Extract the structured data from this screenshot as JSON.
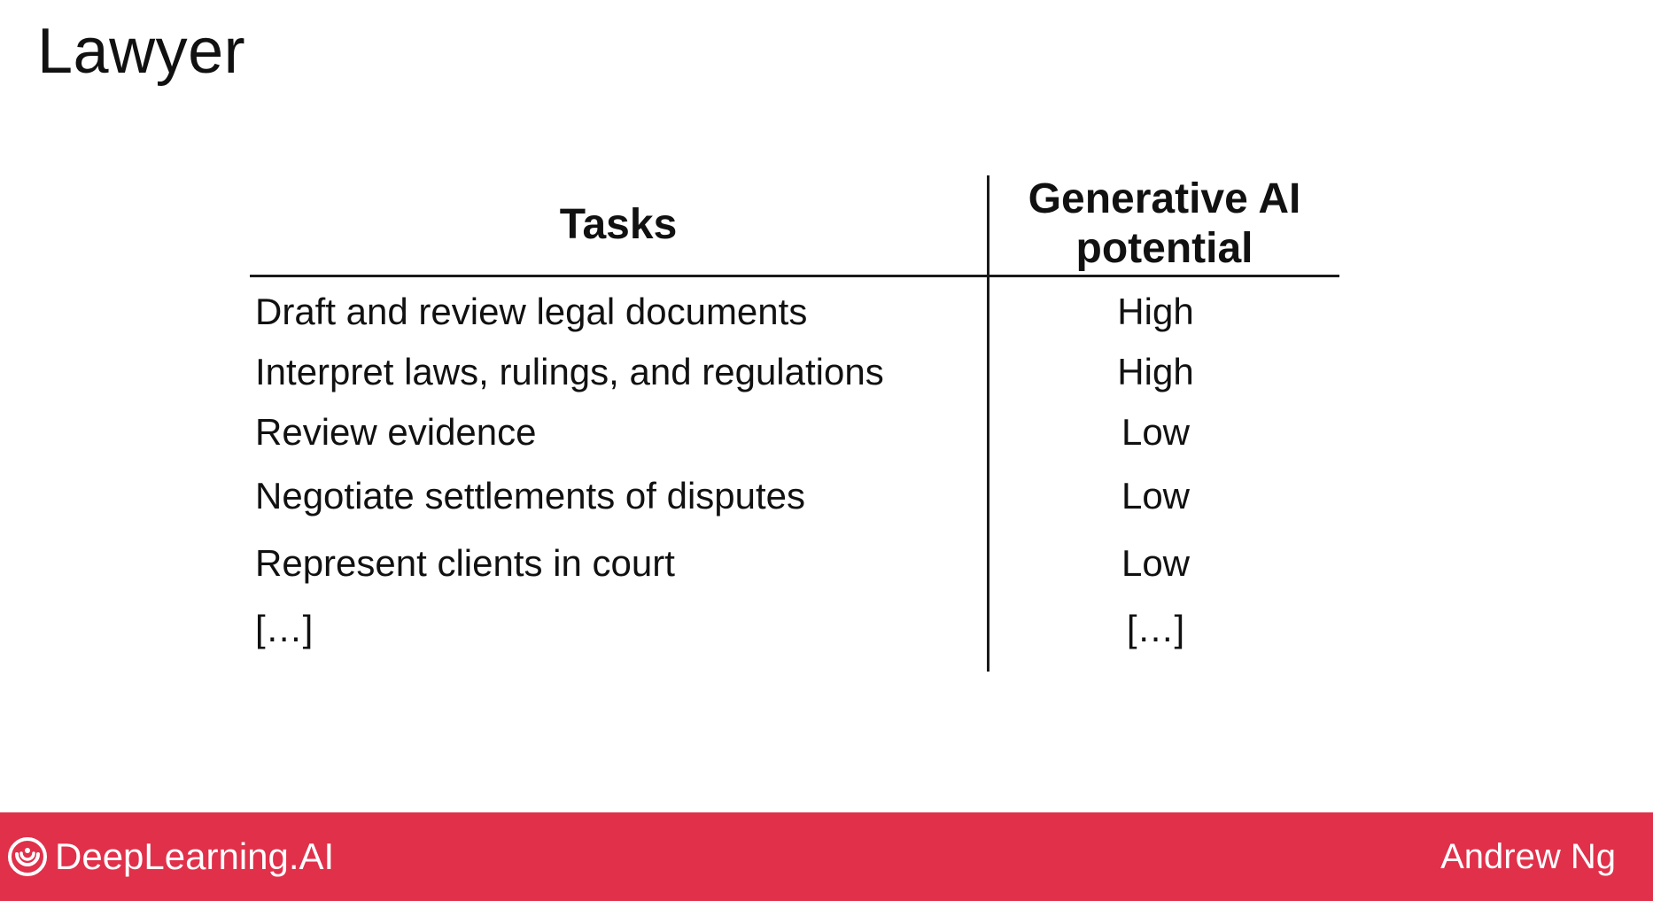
{
  "slide": {
    "title": "Lawyer"
  },
  "table": {
    "headers": {
      "tasks": "Tasks",
      "potential": "Generative AI potential"
    },
    "rows": [
      {
        "task": "Draft and review legal documents",
        "potential": "High"
      },
      {
        "task": "Interpret laws, rulings, and regulations",
        "potential": "High"
      },
      {
        "task": "Review evidence",
        "potential": "Low"
      },
      {
        "task": "Negotiate settlements of disputes",
        "potential": "Low"
      },
      {
        "task": "Represent clients in court",
        "potential": "Low"
      },
      {
        "task": "[…]",
        "potential": "[…]"
      }
    ]
  },
  "footer": {
    "brand": "DeepLearning.AI",
    "brand_icon": "deeplearning-logo-icon",
    "author": "Andrew Ng",
    "color": "#e0304a"
  }
}
